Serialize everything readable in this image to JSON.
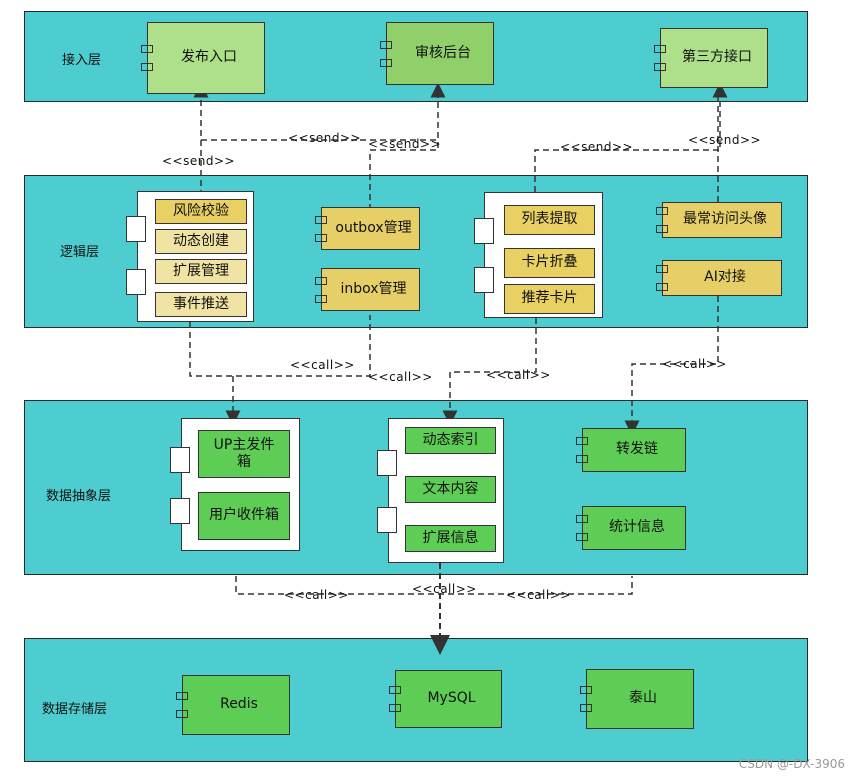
{
  "layers": [
    {
      "id": "access",
      "label": "接入层"
    },
    {
      "id": "logic",
      "label": "逻辑层"
    },
    {
      "id": "abstract",
      "label": "数据抽象层"
    },
    {
      "id": "storage",
      "label": "数据存储层"
    }
  ],
  "access": {
    "publish": "发布入口",
    "review": "审核后台",
    "third": "第三方接口"
  },
  "logic": {
    "group1": [
      "风险校验",
      "动态创建",
      "扩展管理",
      "事件推送"
    ],
    "outbox": "outbox管理",
    "inbox": "inbox管理",
    "group2": [
      "列表提取",
      "卡片折叠",
      "推荐卡片"
    ],
    "avatar": "最常访问头像",
    "ai": "AI对接"
  },
  "abstract": {
    "up_outbox": "UP主发件箱",
    "user_inbox": "用户收件箱",
    "group3": [
      "动态索引",
      "文本内容",
      "扩展信息"
    ],
    "forward": "转发链",
    "stats": "统计信息"
  },
  "storage": {
    "redis": "Redis",
    "mysql": "MySQL",
    "taishan": "泰山"
  },
  "connectors": {
    "send": "<<send>>",
    "call": "<<call>>"
  },
  "watermark": "CSDN @-DX-3906"
}
